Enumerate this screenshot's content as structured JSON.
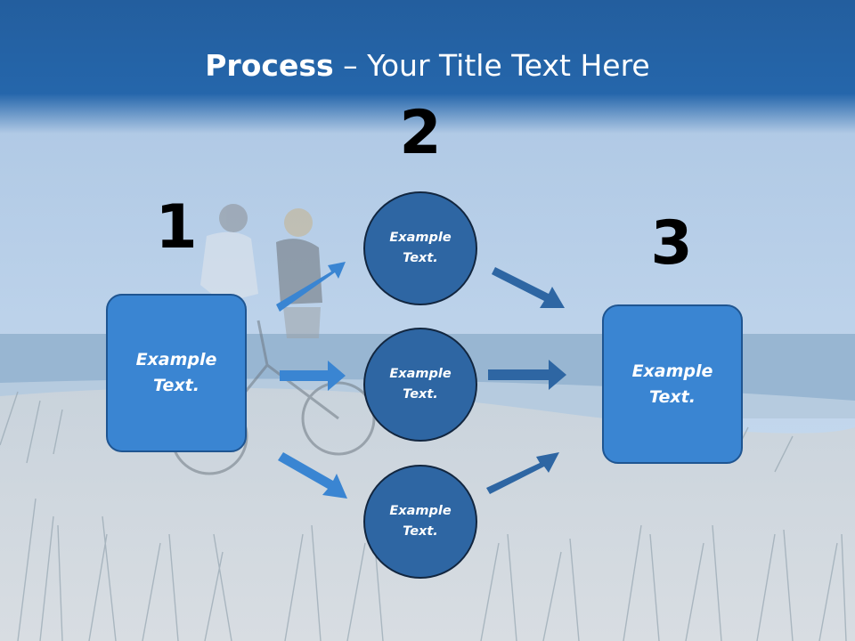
{
  "title": {
    "bold": "Process",
    "rest": " – Your Title Text Here"
  },
  "steps": {
    "one": {
      "number": "1",
      "text": "Example Text."
    },
    "two": {
      "number": "2",
      "circles": [
        "Example Text.",
        "Example Text.",
        "Example Text."
      ]
    },
    "three": {
      "number": "3",
      "text": "Example Text."
    }
  },
  "colors": {
    "header": "#2263a9",
    "box_fill": "#3a85d2",
    "circle_fill": "#2e66a3",
    "arrow_light": "#3a85d2",
    "arrow_dark": "#2e66a3"
  }
}
